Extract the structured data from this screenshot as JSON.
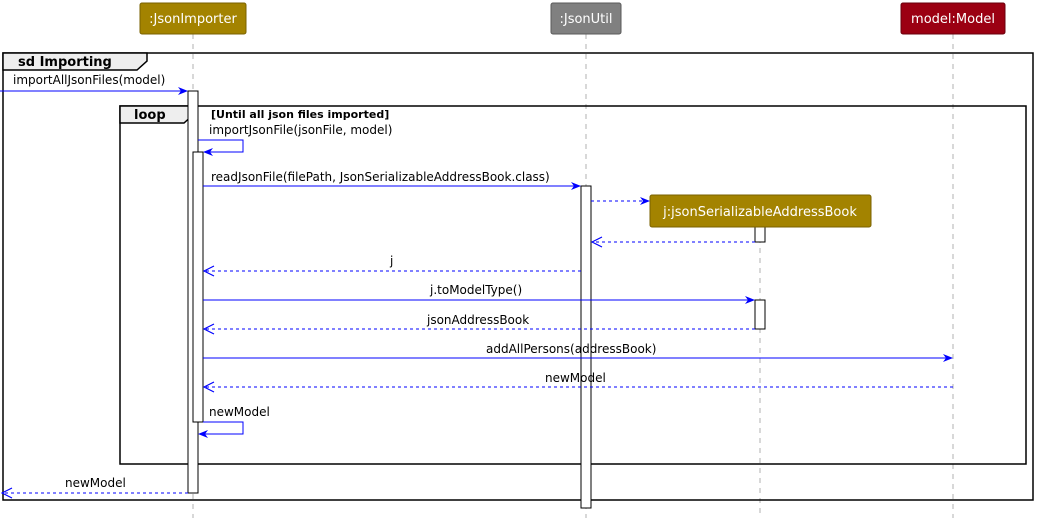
{
  "participants": [
    {
      "id": "importer",
      "label": ":JsonImporter",
      "color": "#a38300"
    },
    {
      "id": "util",
      "label": ":JsonUtil",
      "color": "#808080"
    },
    {
      "id": "model",
      "label": "model:Model",
      "color": "#9b0012"
    },
    {
      "id": "jsab",
      "label": "j:jsonSerializableAddressBook",
      "color": "#a38300"
    }
  ],
  "frame": {
    "label": "sd Importing"
  },
  "loop": {
    "label": "loop",
    "guard": "[Until all json files imported]"
  },
  "messages": {
    "import_all": "importAllJsonFiles(model)",
    "import_json": "importJsonFile(jsonFile, model)",
    "read_json": "readJsonFile(filePath, JsonSerializableAddressBook.class)",
    "return_j": "j",
    "to_model": "j.toModelType()",
    "return_ab": "jsonAddressBook",
    "add_all": "addAllPersons(addressBook)",
    "return_nm": "newModel",
    "self_nm": "newModel",
    "final_return": "newModel"
  },
  "colors": {
    "message": "#0000ff",
    "line": "#000000",
    "lifeline": "#b0b0b0"
  }
}
